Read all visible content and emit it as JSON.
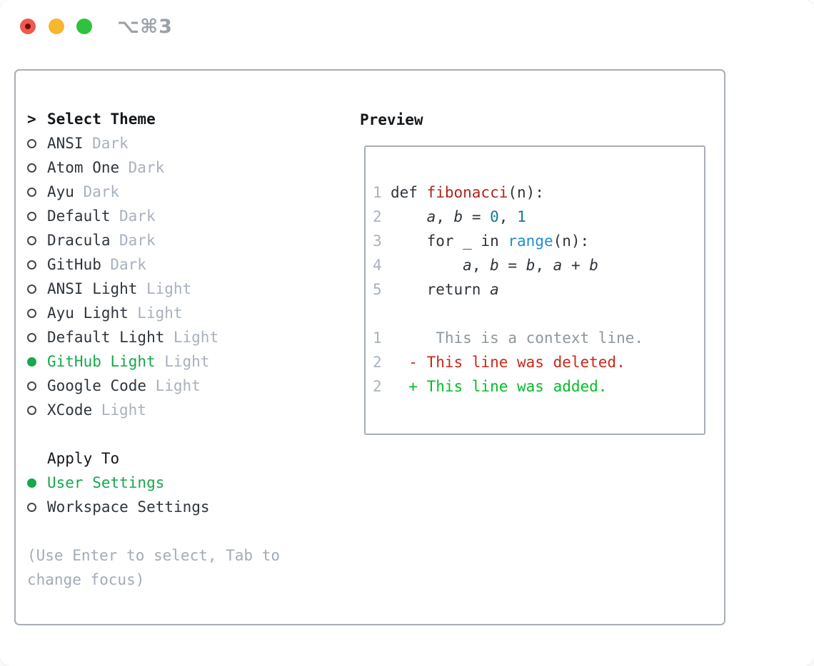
{
  "window": {
    "shortcut_label": "⌥⌘3"
  },
  "colors": {
    "accent_green": "#17a84b",
    "added_green": "#06bd2a",
    "deleted_red": "#c9291a",
    "function_red": "#b02418",
    "literal_teal": "#0f7d87",
    "builtin_blue": "#1e8fd0",
    "muted_gray": "#a8b1bc",
    "context_gray": "#8e979e",
    "text_dark": "#2f353c",
    "border_gray": "#a8aeb6",
    "traffic_red": "#ef5a4e",
    "traffic_yellow": "#f6b62e",
    "traffic_green": "#2fc23f"
  },
  "theme_panel": {
    "title_prefix": ">",
    "title": "Select Theme",
    "themes": [
      {
        "name": "ANSI",
        "variant": "Dark",
        "selected": false
      },
      {
        "name": "Atom One",
        "variant": "Dark",
        "selected": false
      },
      {
        "name": "Ayu",
        "variant": "Dark",
        "selected": false
      },
      {
        "name": "Default",
        "variant": "Dark",
        "selected": false
      },
      {
        "name": "Dracula",
        "variant": "Dark",
        "selected": false
      },
      {
        "name": "GitHub",
        "variant": "Dark",
        "selected": false
      },
      {
        "name": "ANSI Light",
        "variant": "Light",
        "selected": false
      },
      {
        "name": "Ayu Light",
        "variant": "Light",
        "selected": false
      },
      {
        "name": "Default Light",
        "variant": "Light",
        "selected": false
      },
      {
        "name": "GitHub Light",
        "variant": "Light",
        "selected": true
      },
      {
        "name": "Google Code",
        "variant": "Light",
        "selected": false
      },
      {
        "name": "XCode",
        "variant": "Light",
        "selected": false
      }
    ],
    "apply_to": {
      "title": "Apply To",
      "options": [
        {
          "label": "User Settings",
          "selected": true
        },
        {
          "label": "Workspace Settings",
          "selected": false
        }
      ]
    },
    "hint": "(Use Enter to select, Tab to change focus)"
  },
  "preview": {
    "title": "Preview",
    "lines": [
      {
        "num": "1",
        "tokens": [
          {
            "t": "def ",
            "s": "code"
          },
          {
            "t": "fibonacci",
            "s": "func"
          },
          {
            "t": "(n):",
            "s": "code"
          }
        ]
      },
      {
        "num": "2",
        "tokens": [
          {
            "t": "    ",
            "s": "code"
          },
          {
            "t": "a",
            "s": "var"
          },
          {
            "t": ", ",
            "s": "code"
          },
          {
            "t": "b",
            "s": "var"
          },
          {
            "t": " = ",
            "s": "code"
          },
          {
            "t": "0",
            "s": "num"
          },
          {
            "t": ", ",
            "s": "code"
          },
          {
            "t": "1",
            "s": "num"
          }
        ]
      },
      {
        "num": "3",
        "tokens": [
          {
            "t": "    for _ in ",
            "s": "code"
          },
          {
            "t": "range",
            "s": "call"
          },
          {
            "t": "(n):",
            "s": "code"
          }
        ]
      },
      {
        "num": "4",
        "tokens": [
          {
            "t": "        ",
            "s": "code"
          },
          {
            "t": "a",
            "s": "var"
          },
          {
            "t": ", ",
            "s": "code"
          },
          {
            "t": "b",
            "s": "var"
          },
          {
            "t": " = ",
            "s": "code"
          },
          {
            "t": "b",
            "s": "var"
          },
          {
            "t": ", ",
            "s": "code"
          },
          {
            "t": "a",
            "s": "var"
          },
          {
            "t": " + ",
            "s": "code"
          },
          {
            "t": "b",
            "s": "var"
          }
        ]
      },
      {
        "num": "5",
        "tokens": [
          {
            "t": "    return ",
            "s": "code"
          },
          {
            "t": "a",
            "s": "var"
          }
        ]
      },
      {
        "num": "",
        "tokens": []
      },
      {
        "num": "1",
        "tokens": [
          {
            "t": "     This is a context line.",
            "s": "context"
          }
        ]
      },
      {
        "num": "2",
        "tokens": [
          {
            "t": "  - This line was deleted.",
            "s": "deleted"
          }
        ]
      },
      {
        "num": "2",
        "tokens": [
          {
            "t": "  + This line was added.",
            "s": "added"
          }
        ]
      }
    ]
  }
}
